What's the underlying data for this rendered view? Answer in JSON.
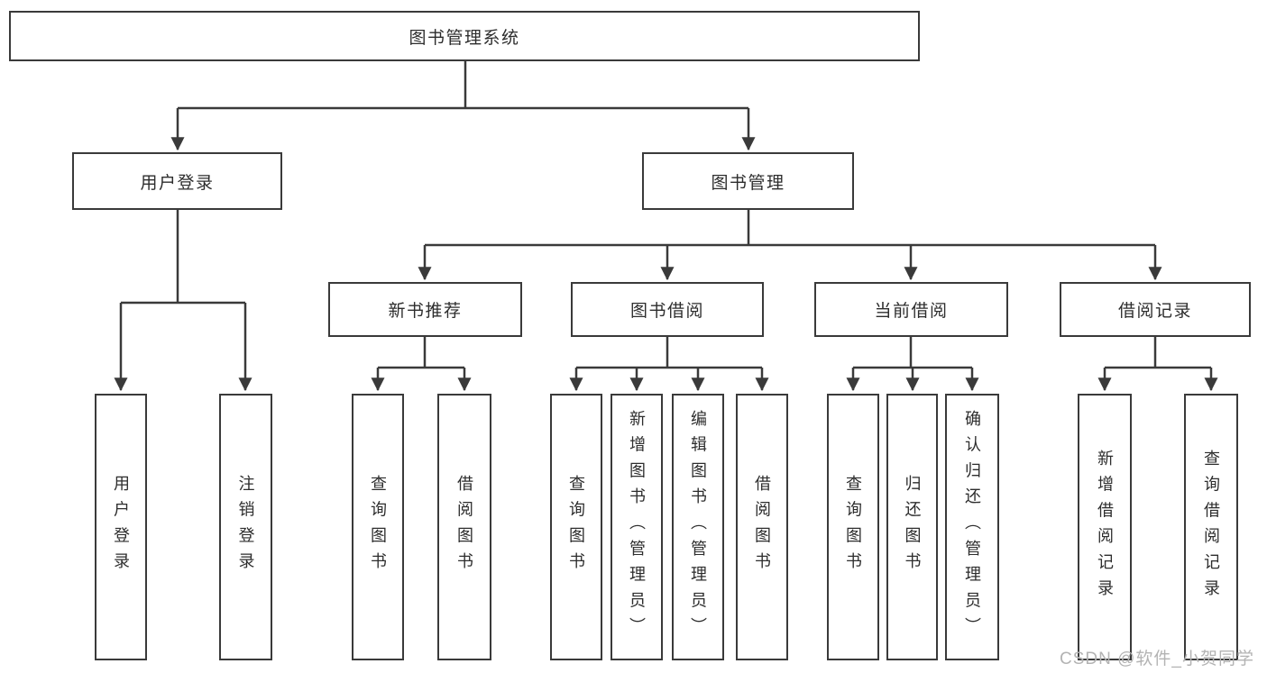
{
  "tree": {
    "label": "图书管理系统",
    "children": [
      {
        "label": "用户登录",
        "children": [
          {
            "label": "用户登录"
          },
          {
            "label": "注销登录"
          }
        ]
      },
      {
        "label": "图书管理",
        "children": [
          {
            "label": "新书推荐",
            "children": [
              {
                "label": "查询图书"
              },
              {
                "label": "借阅图书"
              }
            ]
          },
          {
            "label": "图书借阅",
            "children": [
              {
                "label": "查询图书"
              },
              {
                "label": "新增图书（管理员）"
              },
              {
                "label": "编辑图书（管理员）"
              },
              {
                "label": "借阅图书"
              }
            ]
          },
          {
            "label": "当前借阅",
            "children": [
              {
                "label": "查询图书"
              },
              {
                "label": "归还图书"
              },
              {
                "label": "确认归还（管理员）"
              }
            ]
          },
          {
            "label": "借阅记录",
            "children": [
              {
                "label": "新增借阅记录"
              },
              {
                "label": "查询借阅记录"
              }
            ]
          }
        ]
      }
    ]
  },
  "watermark": "CSDN @软件_小贺同学",
  "colors": {
    "line": "#3a3a3a",
    "text": "#2d2d2d",
    "watermark": "#b3b3b3",
    "background": "#ffffff"
  }
}
